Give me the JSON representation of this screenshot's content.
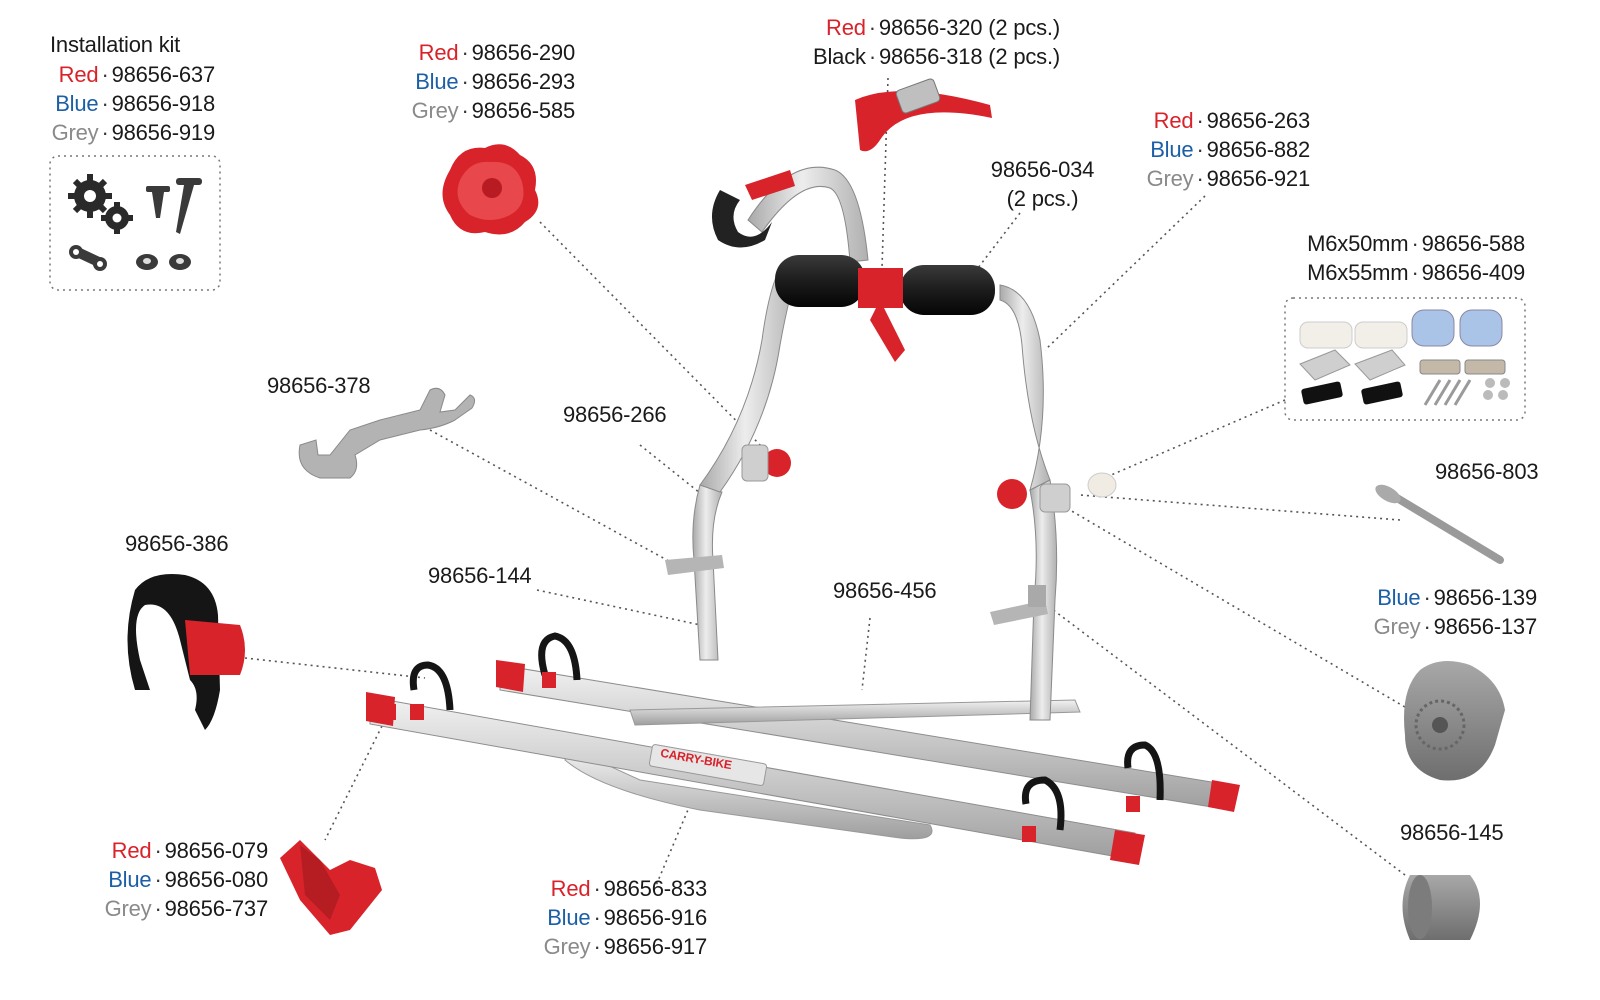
{
  "colors": {
    "red": "#d8232a",
    "blue": "#1c5fa6",
    "grey": "#8a8a8a"
  },
  "install_kit": {
    "title": "Installation kit",
    "variants": [
      {
        "color": "Red",
        "code": "98656-637"
      },
      {
        "color": "Blue",
        "code": "98656-918"
      },
      {
        "color": "Grey",
        "code": "98656-919"
      }
    ]
  },
  "knob": {
    "variants": [
      {
        "color": "Red",
        "code": "98656-290"
      },
      {
        "color": "Blue",
        "code": "98656-293"
      },
      {
        "color": "Grey",
        "code": "98656-585"
      }
    ]
  },
  "strap_top": {
    "variants": [
      {
        "color": "Red",
        "code": "98656-320 (2 pcs.)"
      },
      {
        "color": "Black",
        "code": "98656-318 (2 pcs.)"
      }
    ]
  },
  "foam": {
    "code": "98656-034",
    "qty": "(2 pcs.)"
  },
  "right_tube": {
    "variants": [
      {
        "color": "Red",
        "code": "98656-263"
      },
      {
        "color": "Blue",
        "code": "98656-882"
      },
      {
        "color": "Grey",
        "code": "98656-921"
      }
    ]
  },
  "bolts": {
    "variants": [
      {
        "size": "M6x50mm",
        "code": "98656-588"
      },
      {
        "size": "M6x55mm",
        "code": "98656-409"
      }
    ]
  },
  "single_parts": {
    "p378": "98656-378",
    "p266": "98656-266",
    "p386": "98656-386",
    "p144": "98656-144",
    "p456": "98656-456",
    "p803": "98656-803",
    "p145": "98656-145"
  },
  "cover": {
    "variants": [
      {
        "color": "Blue",
        "code": "98656-139"
      },
      {
        "color": "Grey",
        "code": "98656-137"
      }
    ]
  },
  "end_cap": {
    "variants": [
      {
        "color": "Red",
        "code": "98656-079"
      },
      {
        "color": "Blue",
        "code": "98656-080"
      },
      {
        "color": "Grey",
        "code": "98656-737"
      }
    ]
  },
  "rail": {
    "variants": [
      {
        "color": "Red",
        "code": "98656-833"
      },
      {
        "color": "Blue",
        "code": "98656-916"
      },
      {
        "color": "Grey",
        "code": "98656-917"
      }
    ]
  },
  "brand": "CARRY-BIKE"
}
